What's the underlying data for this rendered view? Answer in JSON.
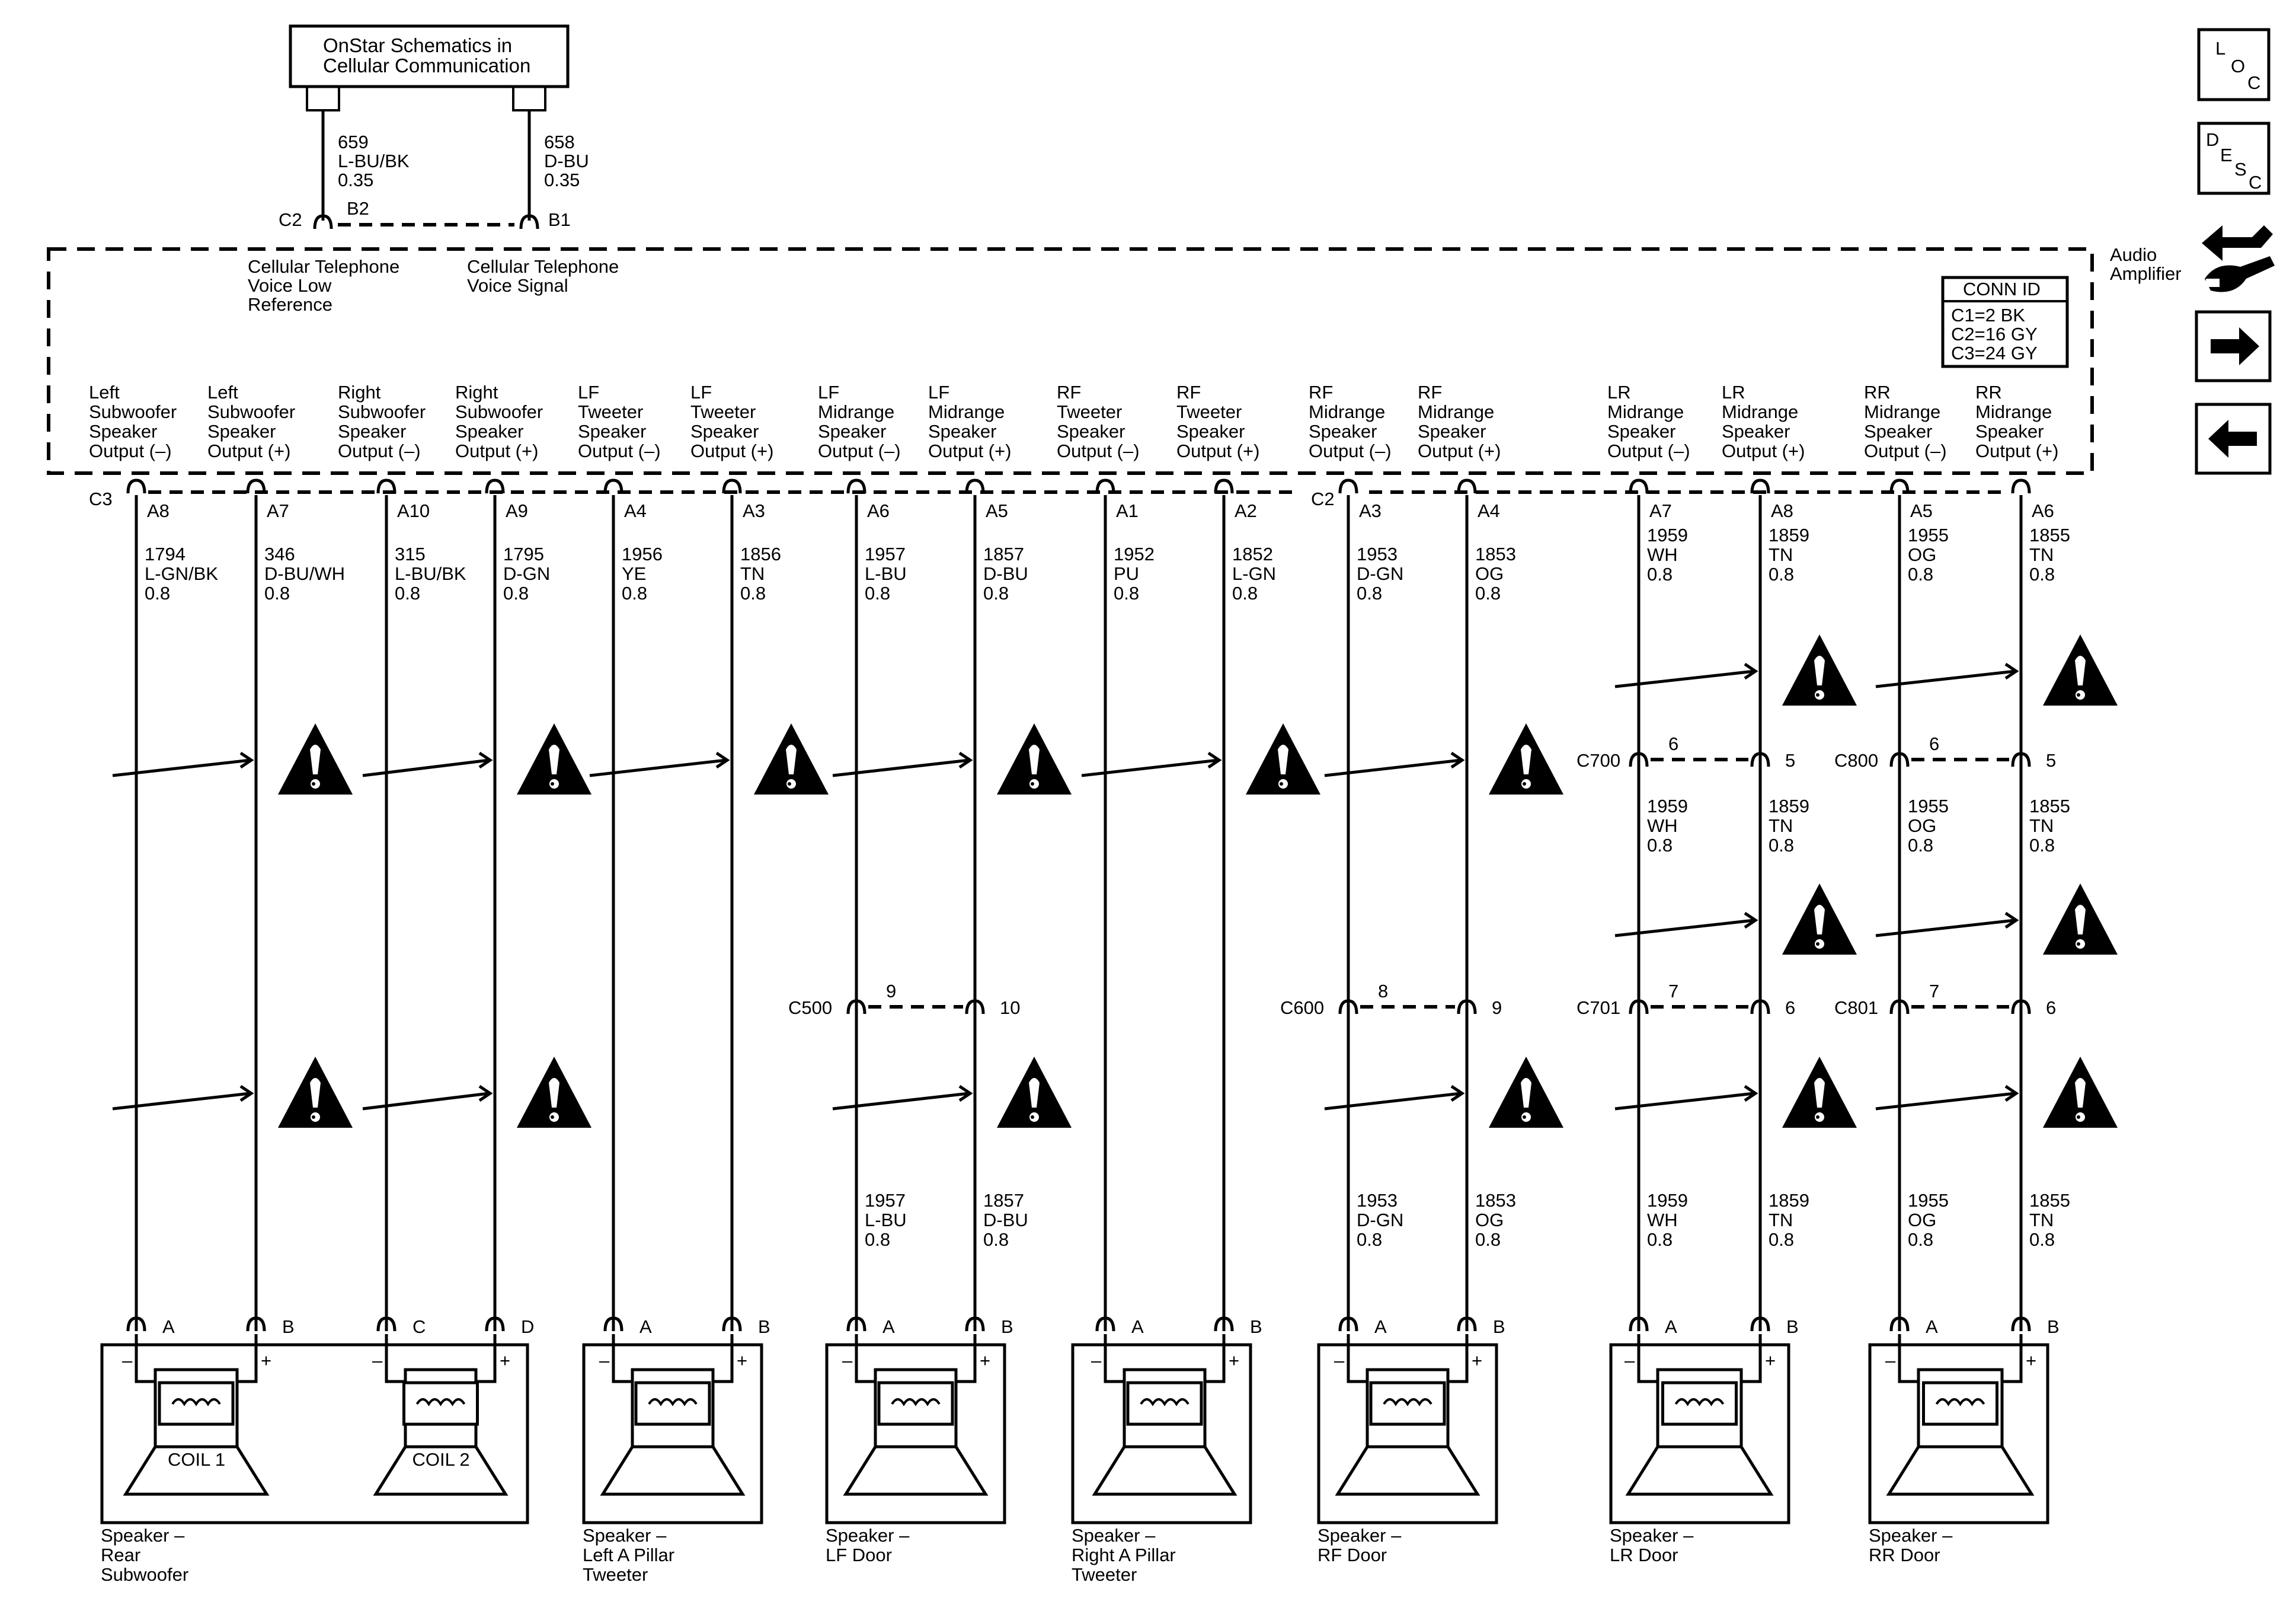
{
  "onstar_box": {
    "line1": "OnStar Schematics in",
    "line2": "Cellular Communication"
  },
  "audio_amplifier": {
    "line1": "Audio",
    "line2": "Amplifier"
  },
  "conn_id": {
    "title": "CONN ID",
    "rows": [
      "C1=2 BK",
      "C2=16 GY",
      "C3=24 GY"
    ]
  },
  "side_buttons": {
    "loc": [
      "L",
      "O",
      "C"
    ],
    "desc": [
      "D",
      "E",
      "S",
      "C"
    ]
  },
  "top_connectors": {
    "c2": {
      "name": "C2",
      "pin": "B2",
      "circuit": "659",
      "color": "L-BU/BK",
      "gauge": "0.35",
      "label": [
        "Cellular Telephone",
        "Voice Low",
        "Reference"
      ]
    },
    "b1": {
      "pin": "B1",
      "circuit": "658",
      "color": "D-BU",
      "gauge": "0.35",
      "label": [
        "Cellular Telephone",
        "Voice Signal"
      ]
    }
  },
  "amp_connector_names": {
    "c3": "C3",
    "c2": "C2"
  },
  "wires": [
    {
      "id": "lsub-neg",
      "label": [
        "Left",
        "Subwoofer",
        "Speaker",
        "Output (–)"
      ],
      "pin": "A8",
      "circuit": "1794",
      "color": "L-GN/BK",
      "gauge": "0.8",
      "spk_pin": "A"
    },
    {
      "id": "lsub-pos",
      "label": [
        "Left",
        "Subwoofer",
        "Speaker",
        "Output (+)"
      ],
      "pin": "A7",
      "circuit": "346",
      "color": "D-BU/WH",
      "gauge": "0.8",
      "spk_pin": "B"
    },
    {
      "id": "rsub-neg",
      "label": [
        "Right",
        "Subwoofer",
        "Speaker",
        "Output (–)"
      ],
      "pin": "A10",
      "circuit": "315",
      "color": "L-BU/BK",
      "gauge": "0.8",
      "spk_pin": "C"
    },
    {
      "id": "rsub-pos",
      "label": [
        "Right",
        "Subwoofer",
        "Speaker",
        "Output (+)"
      ],
      "pin": "A9",
      "circuit": "1795",
      "color": "D-GN",
      "gauge": "0.8",
      "spk_pin": "D"
    },
    {
      "id": "lftw-neg",
      "label": [
        "LF",
        "Tweeter",
        "Speaker",
        "Output (–)"
      ],
      "pin": "A4",
      "circuit": "1956",
      "color": "YE",
      "gauge": "0.8",
      "spk_pin": "A"
    },
    {
      "id": "lftw-pos",
      "label": [
        "LF",
        "Tweeter",
        "Speaker",
        "Output (+)"
      ],
      "pin": "A3",
      "circuit": "1856",
      "color": "TN",
      "gauge": "0.8",
      "spk_pin": "B"
    },
    {
      "id": "lfmid-neg",
      "label": [
        "LF",
        "Midrange",
        "Speaker",
        "Output (–)"
      ],
      "pin": "A6",
      "circuit": "1957",
      "color": "L-BU",
      "gauge": "0.8",
      "spk_pin": "A"
    },
    {
      "id": "lfmid-pos",
      "label": [
        "LF",
        "Midrange",
        "Speaker",
        "Output (+)"
      ],
      "pin": "A5",
      "circuit": "1857",
      "color": "D-BU",
      "gauge": "0.8",
      "spk_pin": "B"
    },
    {
      "id": "rftw-neg",
      "label": [
        "RF",
        "Tweeter",
        "Speaker",
        "Output (–)"
      ],
      "pin": "A1",
      "circuit": "1952",
      "color": "PU",
      "gauge": "0.8",
      "spk_pin": "A"
    },
    {
      "id": "rftw-pos",
      "label": [
        "RF",
        "Tweeter",
        "Speaker",
        "Output (+)"
      ],
      "pin": "A2",
      "circuit": "1852",
      "color": "L-GN",
      "gauge": "0.8",
      "spk_pin": "B"
    },
    {
      "id": "rfmid-neg",
      "label": [
        "RF",
        "Midrange",
        "Speaker",
        "Output (–)"
      ],
      "pin": "A3",
      "circuit": "1953",
      "color": "D-GN",
      "gauge": "0.8",
      "spk_pin": "A"
    },
    {
      "id": "rfmid-pos",
      "label": [
        "RF",
        "Midrange",
        "Speaker",
        "Output (+)"
      ],
      "pin": "A4",
      "circuit": "1853",
      "color": "OG",
      "gauge": "0.8",
      "spk_pin": "B"
    },
    {
      "id": "lrmid-neg",
      "label": [
        "LR",
        "Midrange",
        "Speaker",
        "Output (–)"
      ],
      "pin": "A7",
      "circuit": "1959",
      "color": "WH",
      "gauge": "0.8",
      "spk_pin": "A"
    },
    {
      "id": "lrmid-pos",
      "label": [
        "LR",
        "Midrange",
        "Speaker",
        "Output (+)"
      ],
      "pin": "A8",
      "circuit": "1859",
      "color": "TN",
      "gauge": "0.8",
      "spk_pin": "B"
    },
    {
      "id": "rrmid-neg",
      "label": [
        "RR",
        "Midrange",
        "Speaker",
        "Output (–)"
      ],
      "pin": "A5",
      "circuit": "1955",
      "color": "OG",
      "gauge": "0.8",
      "spk_pin": "A"
    },
    {
      "id": "rrmid-pos",
      "label": [
        "RR",
        "Midrange",
        "Speaker",
        "Output (+)"
      ],
      "pin": "A6",
      "circuit": "1855",
      "color": "TN",
      "gauge": "0.8",
      "spk_pin": "B"
    }
  ],
  "inline_connectors": [
    {
      "name": "C700",
      "pin_left": "6",
      "pin_right": "5"
    },
    {
      "name": "C800",
      "pin_left": "6",
      "pin_right": "5"
    },
    {
      "name": "C500",
      "pin_left": "9",
      "pin_right": "10"
    },
    {
      "name": "C600",
      "pin_left": "8",
      "pin_right": "9"
    },
    {
      "name": "C701",
      "pin_left": "7",
      "pin_right": "6"
    },
    {
      "name": "C801",
      "pin_left": "7",
      "pin_right": "6"
    }
  ],
  "speakers": [
    {
      "label": [
        "Speaker –",
        "Rear",
        "Subwoofer"
      ],
      "coils": [
        "COIL 1",
        "COIL 2"
      ]
    },
    {
      "label": [
        "Speaker –",
        "Left A Pillar",
        "Tweeter"
      ]
    },
    {
      "label": [
        "Speaker –",
        "LF Door"
      ]
    },
    {
      "label": [
        "Speaker –",
        "Right A Pillar",
        "Tweeter"
      ]
    },
    {
      "label": [
        "Speaker –",
        "RF Door"
      ]
    },
    {
      "label": [
        "Speaker –",
        "LR Door"
      ]
    },
    {
      "label": [
        "Speaker –",
        "RR Door"
      ]
    }
  ],
  "polarity": {
    "neg": "–",
    "pos": "+"
  }
}
